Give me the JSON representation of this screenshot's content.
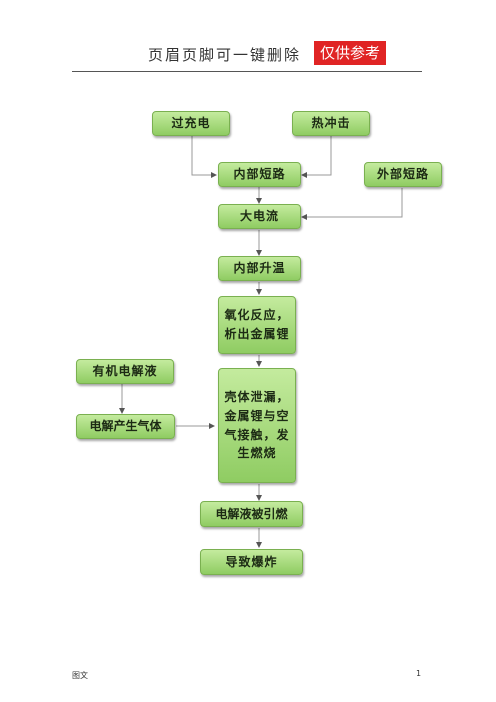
{
  "header": {
    "text": "页眉页脚可一键删除",
    "badge": "仅供参考"
  },
  "nodes": {
    "overcharge": "过充电",
    "thermal_shock": "热冲击",
    "internal_short": "内部短路",
    "external_short": "外部短路",
    "high_current": "大电流",
    "internal_temp_rise": "内部升温",
    "oxidation": "氧化反应，\n析出金属锂",
    "organic_electrolyte": "有机电解液",
    "gas_generation": "电解产生气体",
    "shell_leak": "壳体泄漏，\n金属锂与空\n气接触，发\n生燃烧",
    "electrolyte_ignited": "电解液被引燃",
    "explosion": "导致爆炸"
  },
  "footer": {
    "left": "图文",
    "right": "1"
  }
}
